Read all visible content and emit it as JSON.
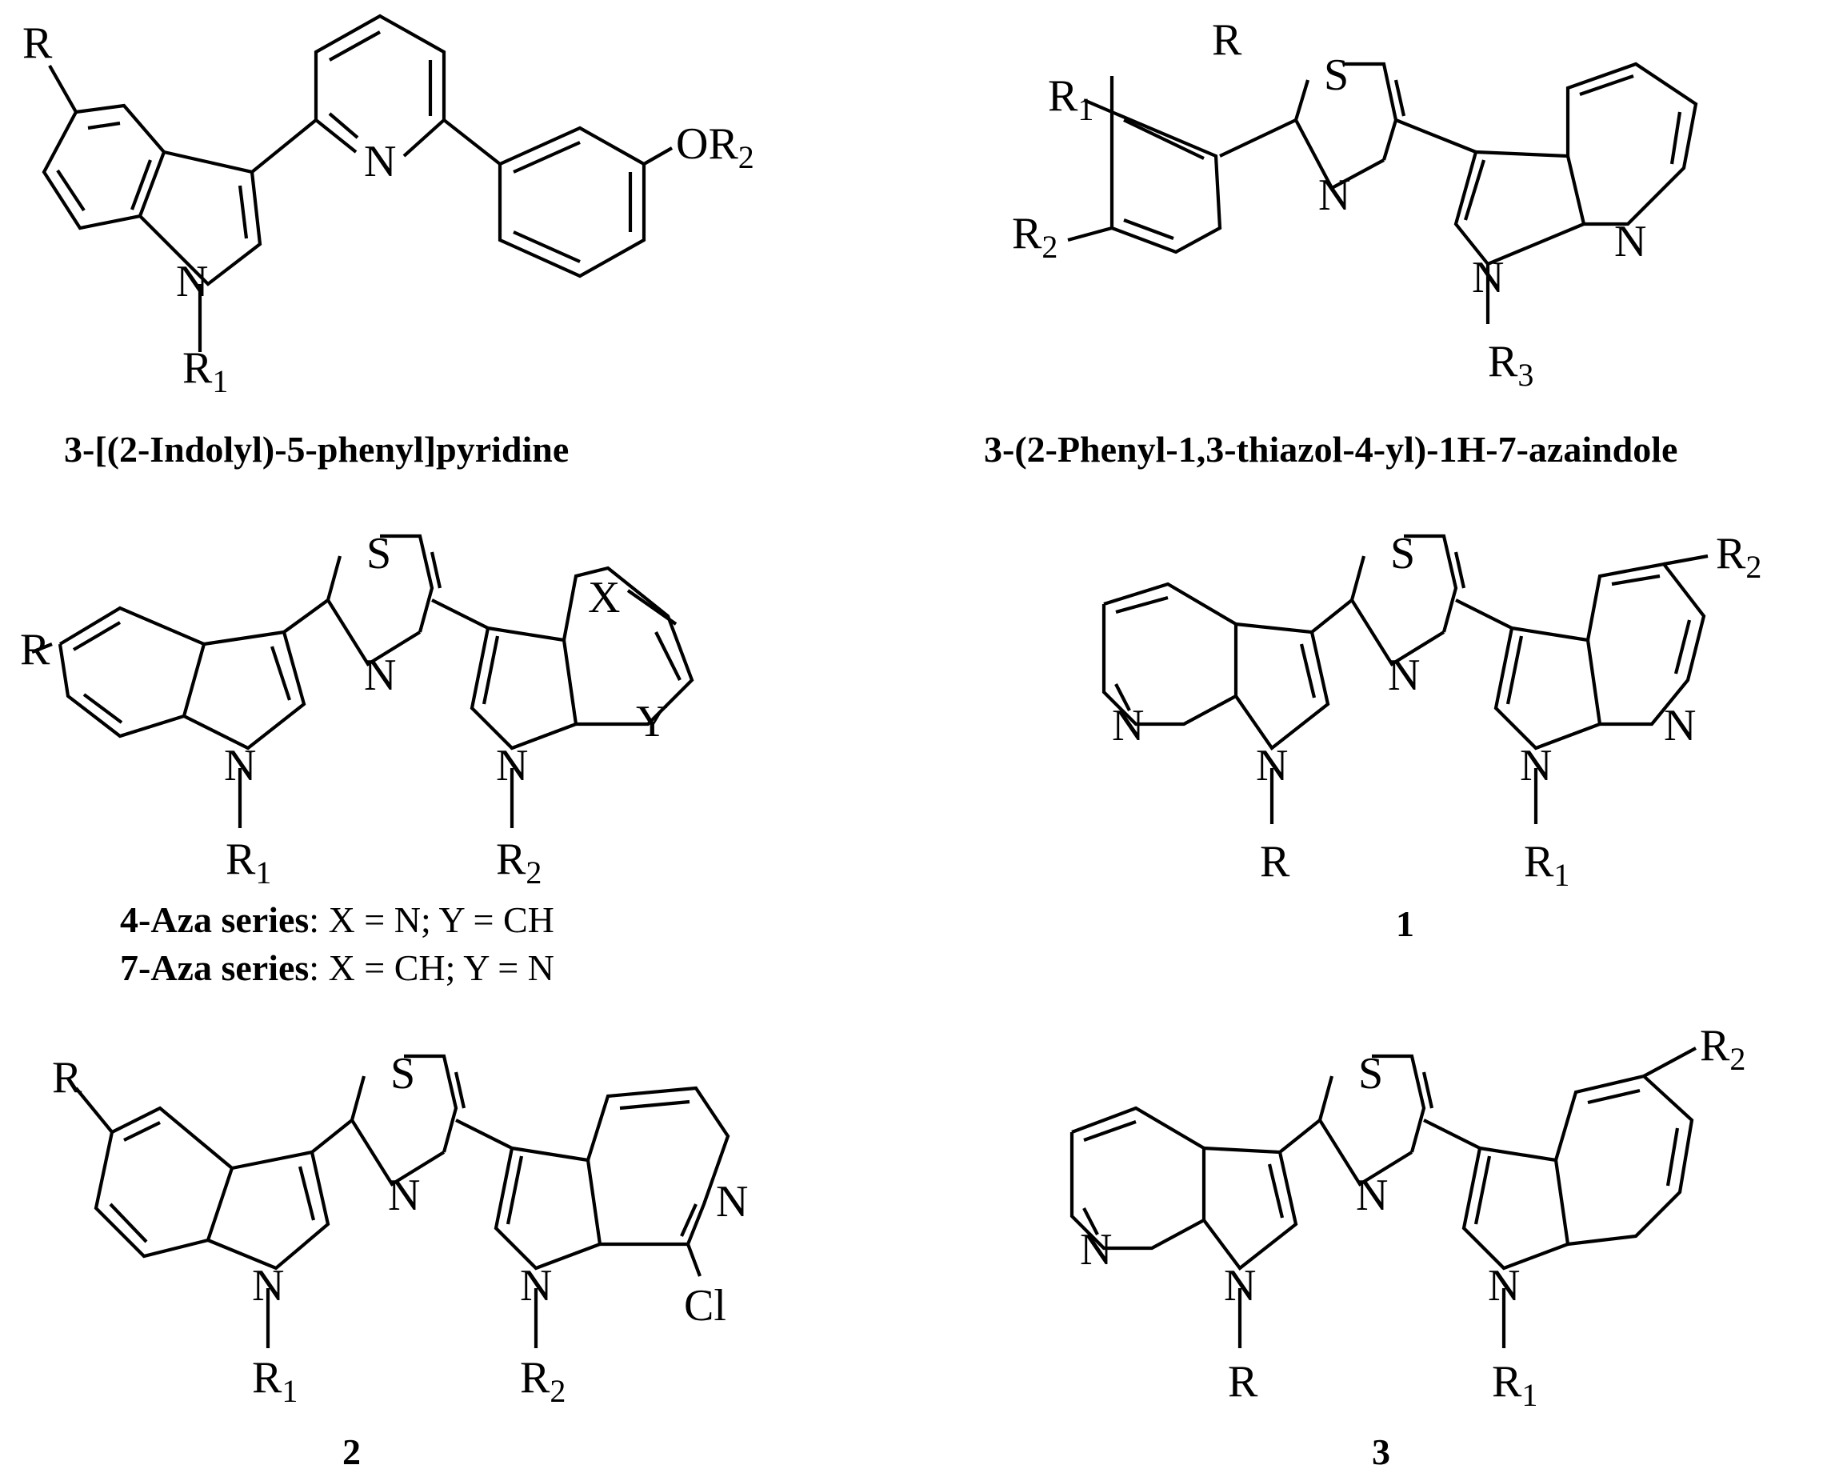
{
  "molecules": [
    {
      "id": "indolyl-phenyl-pyridine",
      "caption": "3-[(2-Indolyl)-5-phenyl]pyridine",
      "substituents": [
        "R",
        "R1",
        "OR2"
      ],
      "heteroatoms": [
        "N",
        "N"
      ]
    },
    {
      "id": "phenyl-thiazolyl-azaindole",
      "caption": "3-(2-Phenyl-1,3-thiazol-4-yl)-1H-7-azaindole",
      "substituents": [
        "R",
        "R1",
        "R2",
        "R3"
      ],
      "heteroatoms": [
        "S",
        "N",
        "N",
        "N"
      ]
    },
    {
      "id": "aza-series",
      "caption_lines": [
        {
          "label": "4-Aza series",
          "text": ": X = N; Y = CH"
        },
        {
          "label": "7-Aza series",
          "text": ": X = CH; Y = N"
        }
      ],
      "substituents": [
        "R",
        "R1",
        "R2",
        "X",
        "Y"
      ],
      "heteroatoms": [
        "S",
        "N",
        "N",
        "N"
      ]
    },
    {
      "id": "compound-1",
      "caption": "1",
      "substituents": [
        "R",
        "R1",
        "R2"
      ],
      "heteroatoms": [
        "S",
        "N",
        "N",
        "N",
        "N",
        "N"
      ]
    },
    {
      "id": "compound-2",
      "caption": "2",
      "substituents": [
        "R",
        "R1",
        "R2",
        "Cl"
      ],
      "heteroatoms": [
        "S",
        "N",
        "N",
        "N",
        "N"
      ]
    },
    {
      "id": "compound-3",
      "caption": "3",
      "substituents": [
        "R",
        "R1",
        "R2"
      ],
      "heteroatoms": [
        "S",
        "N",
        "N",
        "N",
        "N"
      ]
    }
  ]
}
